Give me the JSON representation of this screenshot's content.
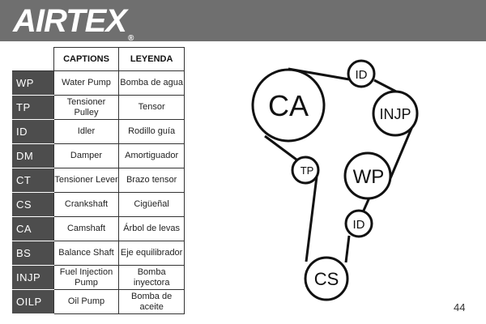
{
  "brand": {
    "logo_text": "AIRTEX",
    "logo_mark": "®"
  },
  "legend": {
    "headers": {
      "captions": "CAPTIONS",
      "leyenda": "LEYENDA"
    },
    "rows": [
      {
        "code": "WP",
        "caption": "Water Pump",
        "leyenda": "Bomba de agua"
      },
      {
        "code": "TP",
        "caption": "Tensioner Pulley",
        "leyenda": "Tensor"
      },
      {
        "code": "ID",
        "caption": "Idler",
        "leyenda": "Rodillo guía"
      },
      {
        "code": "DM",
        "caption": "Damper",
        "leyenda": "Amortiguador"
      },
      {
        "code": "CT",
        "caption": "Tensioner Lever",
        "leyenda": "Brazo tensor"
      },
      {
        "code": "CS",
        "caption": "Crankshaft",
        "leyenda": "Cigüeñal"
      },
      {
        "code": "CA",
        "caption": "Camshaft",
        "leyenda": "Árbol de levas"
      },
      {
        "code": "BS",
        "caption": "Balance Shaft",
        "leyenda": "Eje equilibrador"
      },
      {
        "code": "INJP",
        "caption": "Fuel Injection Pump",
        "leyenda": "Bomba inyectora"
      },
      {
        "code": "OILP",
        "caption": "Oil Pump",
        "leyenda": "Bomba de aceite"
      }
    ]
  },
  "diagram": {
    "pulleys": [
      {
        "label": "CA"
      },
      {
        "label": "ID"
      },
      {
        "label": "INJP"
      },
      {
        "label": "TP"
      },
      {
        "label": "WP"
      },
      {
        "label": "ID"
      },
      {
        "label": "CS"
      }
    ]
  },
  "page_number": "44",
  "colors": {
    "header": "#6f6f6f",
    "code_cell": "#4d4d4d",
    "line": "#111111"
  }
}
